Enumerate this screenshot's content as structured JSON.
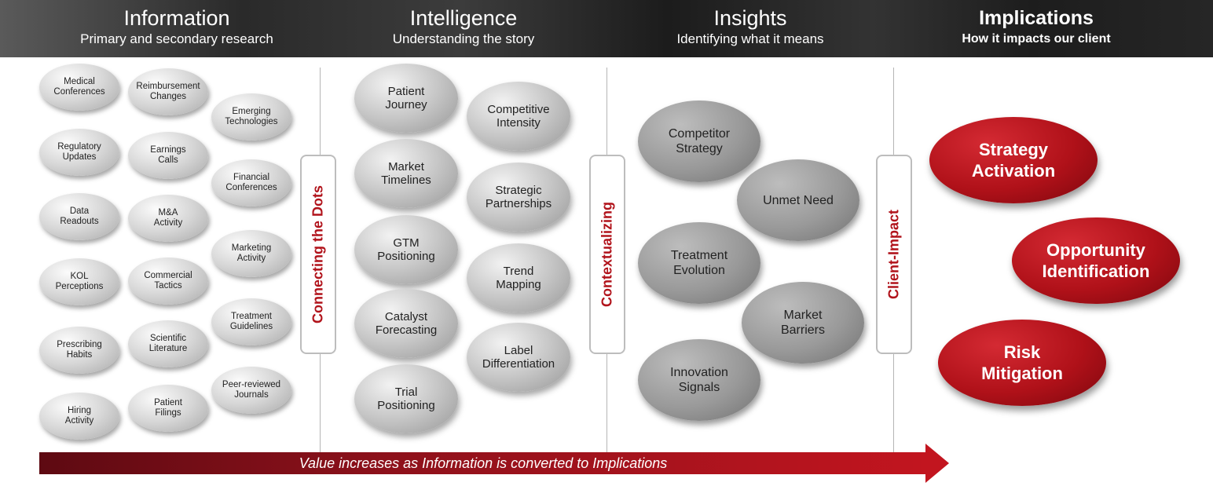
{
  "header": {
    "columns": [
      {
        "title": "Information",
        "subtitle": "Primary and secondary research"
      },
      {
        "title": "Intelligence",
        "subtitle": "Understanding the story"
      },
      {
        "title": "Insights",
        "subtitle": "Identifying what it means"
      },
      {
        "title": "Implications",
        "subtitle": "How it impacts our client"
      }
    ]
  },
  "information": {
    "items": [
      "Medical\nConferences",
      "Reimbursement\nChanges",
      "Emerging\nTechnologies",
      "Regulatory\nUpdates",
      "Earnings\nCalls",
      "Financial\nConferences",
      "Data\nReadouts",
      "M&A\nActivity",
      "Marketing\nActivity",
      "KOL\nPerceptions",
      "Commercial\nTactics",
      "Treatment\nGuidelines",
      "Prescribing\nHabits",
      "Scientific\nLiterature",
      "Peer-reviewed\nJournals",
      "Hiring\nActivity",
      "Patient\nFilings"
    ]
  },
  "intelligence": {
    "items": [
      "Patient\nJourney",
      "Competitive\nIntensity",
      "Market\nTimelines",
      "Strategic\nPartnerships",
      "GTM\nPositioning",
      "Trend\nMapping",
      "Catalyst\nForecasting",
      "Label\nDifferentiation",
      "Trial\nPositioning"
    ]
  },
  "insights": {
    "items": [
      "Competitor\nStrategy",
      "Unmet Need",
      "Treatment\nEvolution",
      "Market\nBarriers",
      "Innovation\nSignals"
    ]
  },
  "implications": {
    "items": [
      "Strategy\nActivation",
      "Opportunity\nIdentification",
      "Risk\nMitigation"
    ]
  },
  "connectors": [
    "Connecting the Dots",
    "Contextualizing",
    "Client-Impact"
  ],
  "arrow": {
    "label": "Value increases as Information is converted to Implications"
  },
  "colors": {
    "accent": "#b1131b",
    "header_bg": "#2a2a2a"
  }
}
